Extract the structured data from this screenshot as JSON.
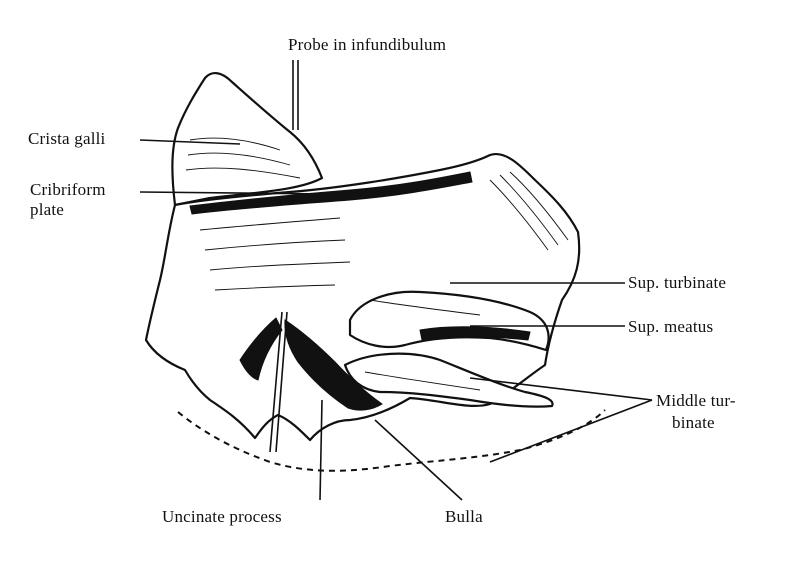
{
  "labels": {
    "probe": "Probe in infundibulum",
    "crista_galli": "Crista galli",
    "cribriform_line1": "Cribriform",
    "cribriform_line2": "plate",
    "sup_turbinate": "Sup. turbinate",
    "sup_meatus": "Sup. meatus",
    "middle_turbinate_line1": "Middle tur-",
    "middle_turbinate_line2": "binate",
    "uncinate": "Uncinate process",
    "bulla": "Bulla"
  }
}
